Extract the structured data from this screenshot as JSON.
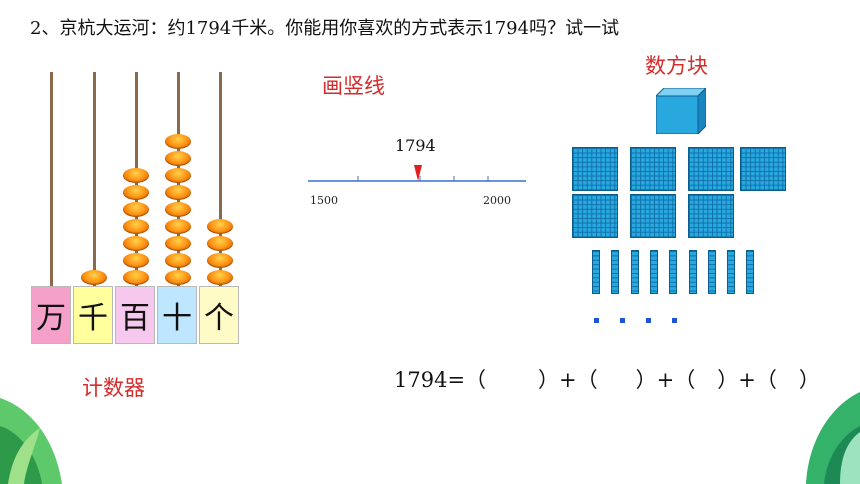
{
  "question": {
    "text": "2、京杭大运河：约1794千米。你能用你喜欢的方式表示1794吗？试一试"
  },
  "abacus": {
    "caption": "计数器",
    "rods": [
      {
        "label": "万",
        "beads": 0,
        "color": "#f4a0c8"
      },
      {
        "label": "千",
        "beads": 1,
        "color": "#ffff9e"
      },
      {
        "label": "百",
        "beads": 7,
        "color": "#f6c8ee"
      },
      {
        "label": "十",
        "beads": 9,
        "color": "#bfe6ff"
      },
      {
        "label": "个",
        "beads": 4,
        "color": "#fffbc6"
      }
    ]
  },
  "number_line": {
    "title": "画竖线",
    "marker_label": "1794",
    "start_label": "1500",
    "end_label": "2000",
    "marker_color": "#e02020",
    "line_color": "#3b6fd1"
  },
  "blocks": {
    "title": "数方块",
    "thousands": 1,
    "hundreds": 7,
    "tens": 9,
    "ones": 4,
    "color": "#29a8e0"
  },
  "equation": {
    "lhs": "1794=（",
    "p1": "）+（",
    "p2": "）+（",
    "p3": "）+（",
    "p4": "）"
  }
}
